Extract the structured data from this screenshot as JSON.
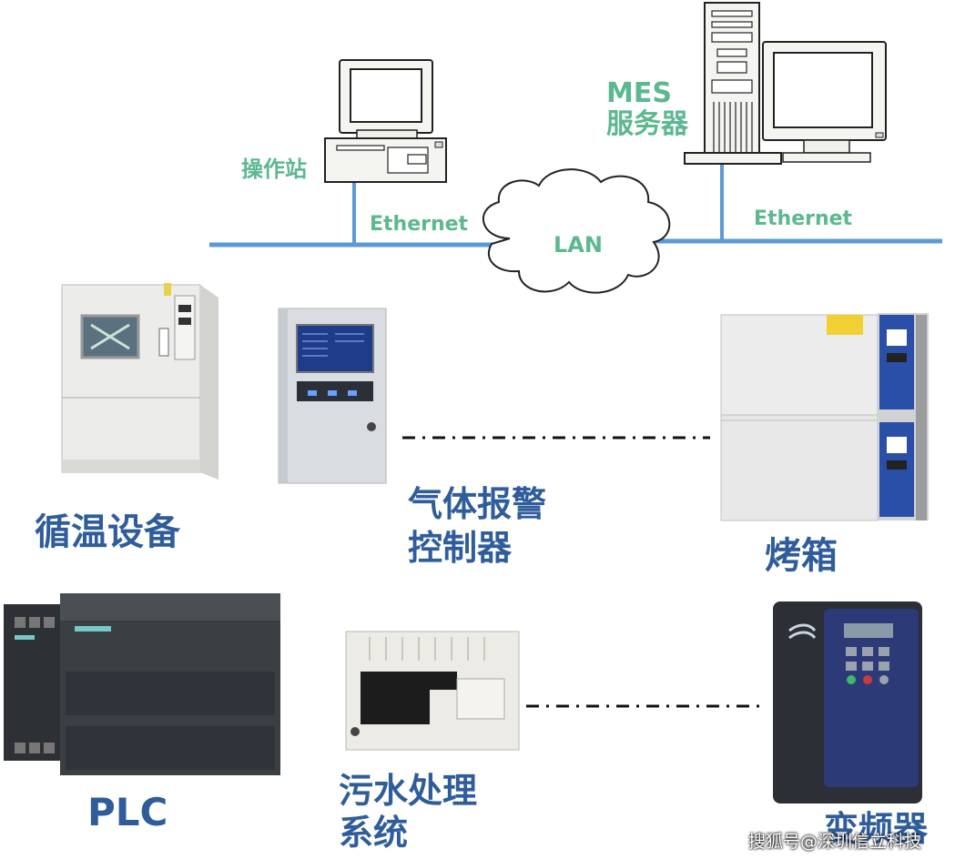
{
  "network": {
    "operator_station_label": "操作站",
    "mes_server_label_line1": "MES",
    "mes_server_label_line2": "服务器",
    "ethernet_left_label": "Ethernet",
    "ethernet_right_label": "Ethernet",
    "lan_label": "LAN"
  },
  "devices": {
    "thermal_cycle_label": "循温设备",
    "gas_alarm_label_line1": "气体报警",
    "gas_alarm_label_line2": "控制器",
    "oven_label": "烤箱",
    "plc_label": "PLC",
    "wastewater_label_line1": "污水处理",
    "wastewater_label_line2": "系统",
    "inverter_label": "变频器"
  },
  "watermark": "搜狐号@深圳信立科技",
  "colors": {
    "network_line": "#5b9bd5",
    "green_label": "#5bb88f",
    "blue_label": "#2f5d9b"
  }
}
